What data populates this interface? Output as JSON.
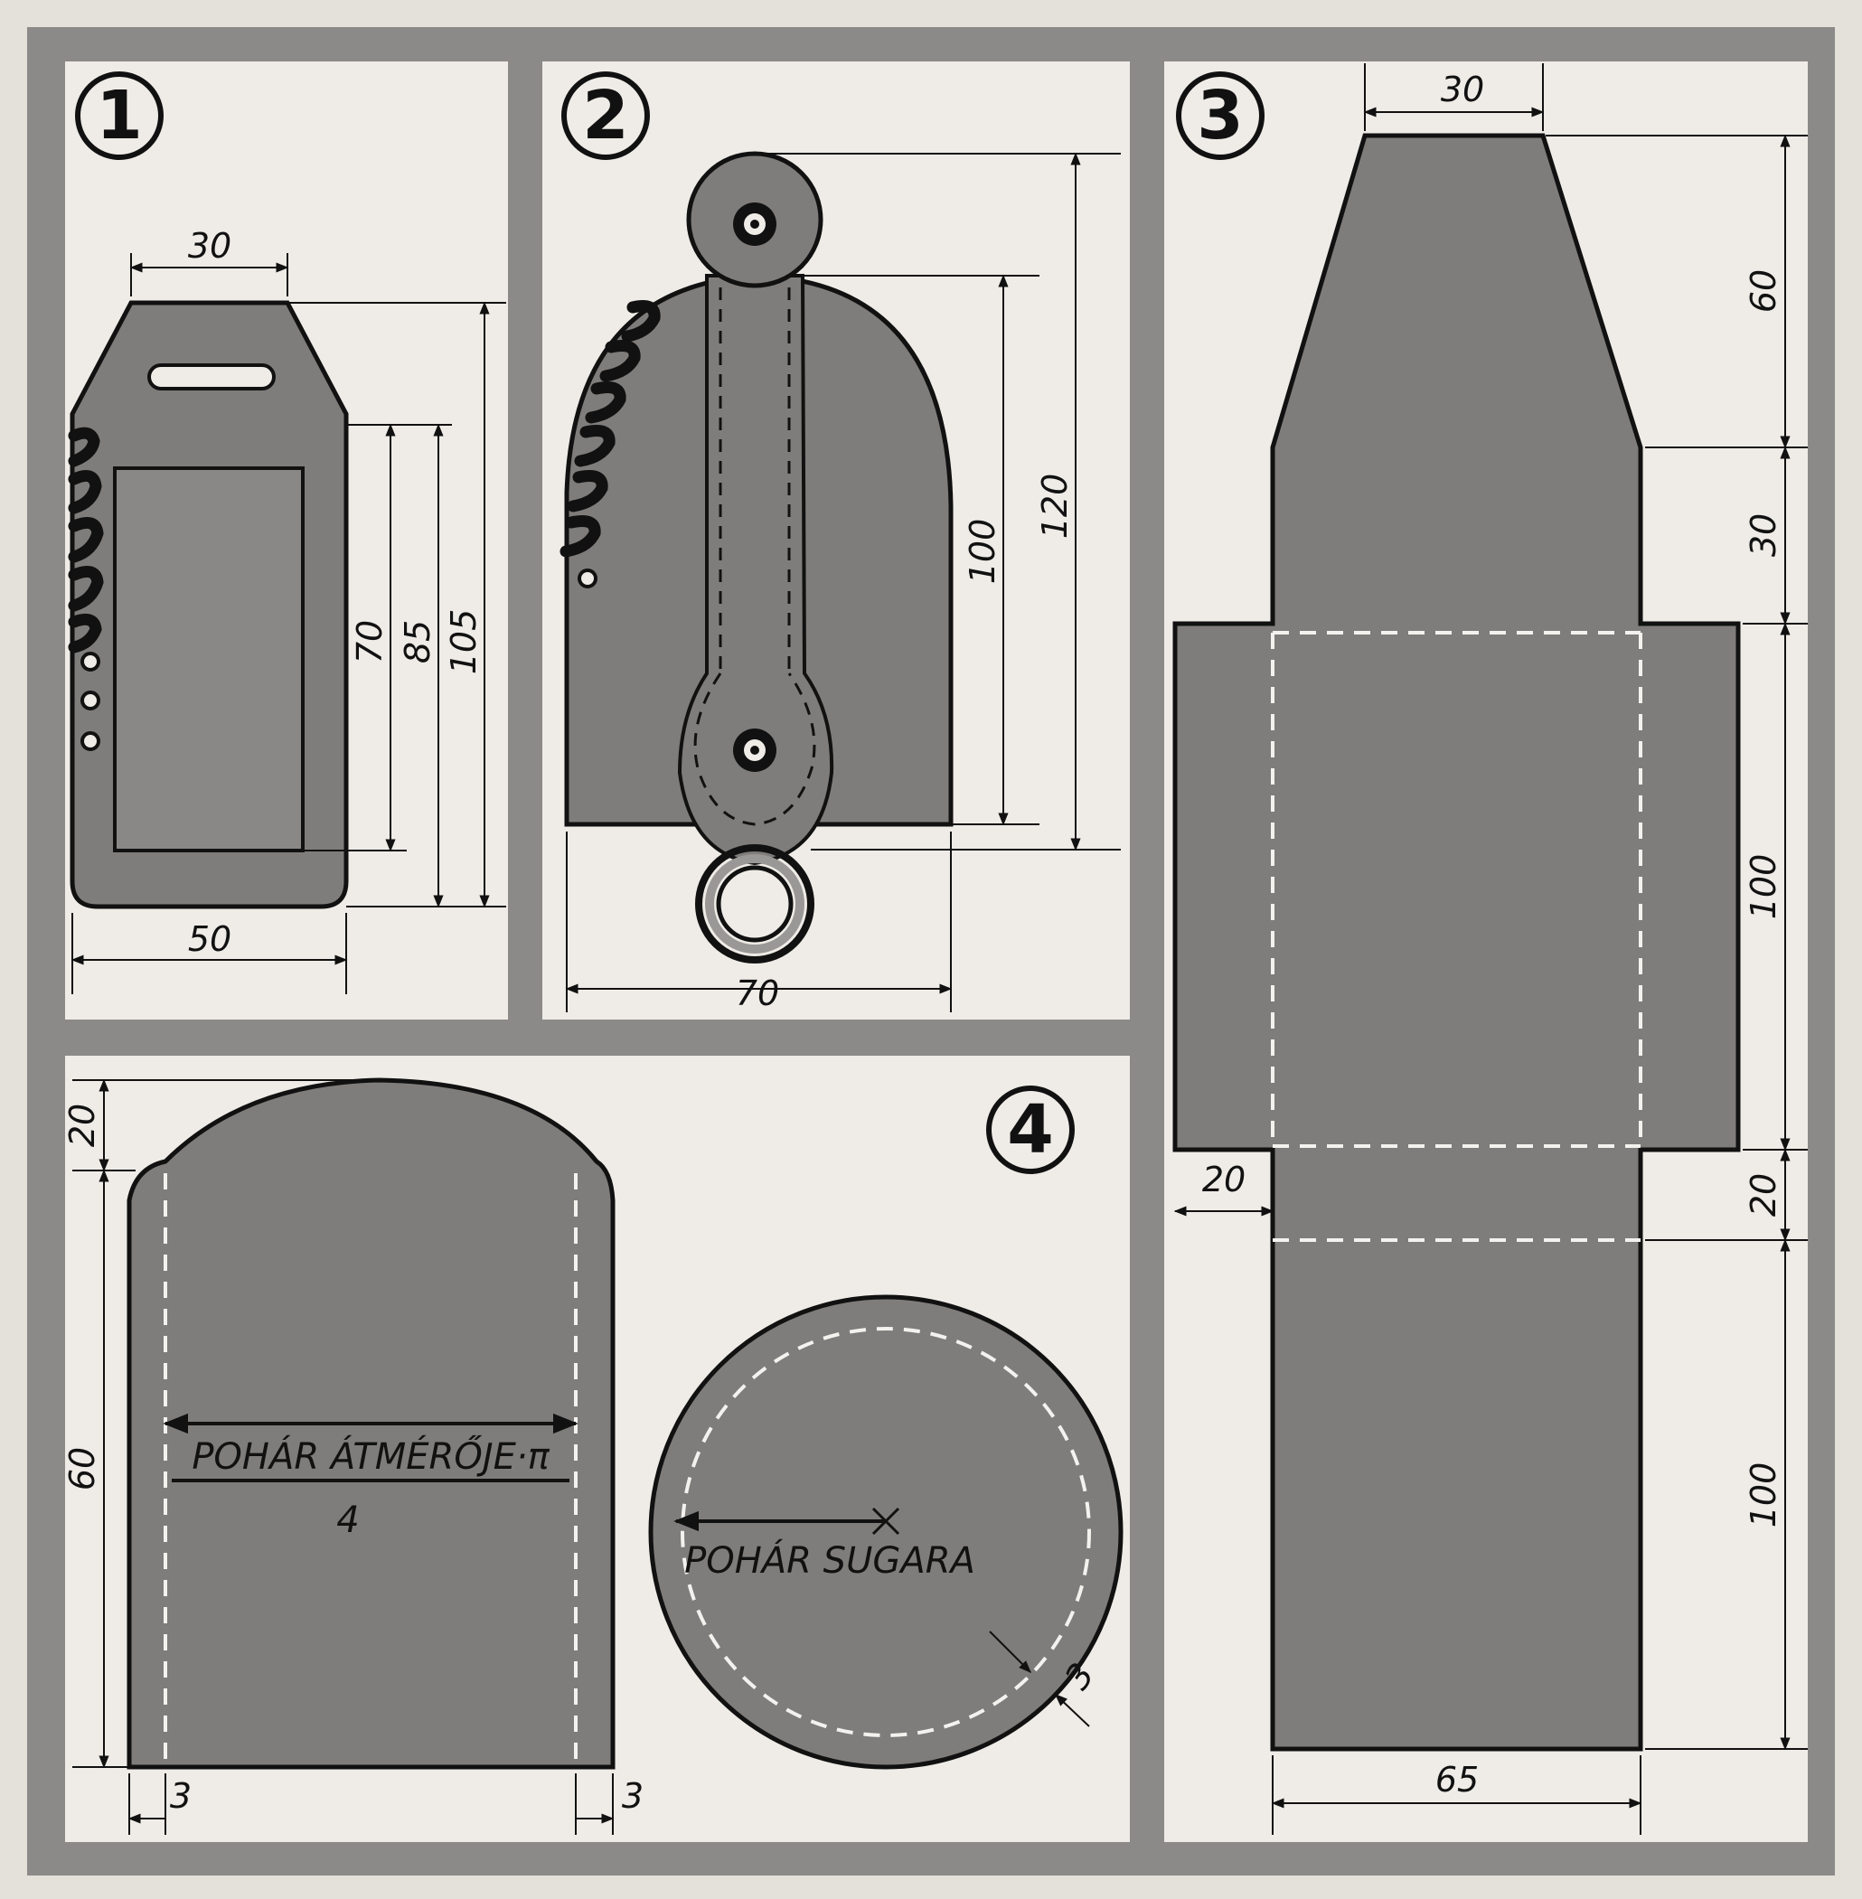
{
  "colors": {
    "frame": "#8c8a88",
    "panel": "#efece7",
    "fill": "#7f7d7b",
    "ink": "#111111",
    "stitch": "#f4f2ee"
  },
  "panel1": {
    "number": "1",
    "dims": {
      "top_width": "30",
      "inner_height": "70",
      "mid_height": "85",
      "total_height": "105",
      "bottom_width": "50"
    }
  },
  "panel2": {
    "number": "2",
    "dims": {
      "height_120": "120",
      "height_100": "100",
      "width_70": "70"
    }
  },
  "panel3": {
    "number": "3",
    "dims": {
      "top_width": "30",
      "h_60": "60",
      "h_30": "30",
      "side_20": "20",
      "h_100a": "100",
      "h_20": "20",
      "h_100b": "100",
      "bottom_65": "65"
    }
  },
  "panel4": {
    "number": "4",
    "dims": {
      "h_20": "20",
      "h_60": "60",
      "margin_left": "3",
      "margin_right": "3",
      "circle_margin": "3"
    },
    "label_diameter": "POHÁR ÁTMÉRŐJE·π",
    "label_divisor": "4",
    "label_radius": "POHÁR SUGARA"
  }
}
